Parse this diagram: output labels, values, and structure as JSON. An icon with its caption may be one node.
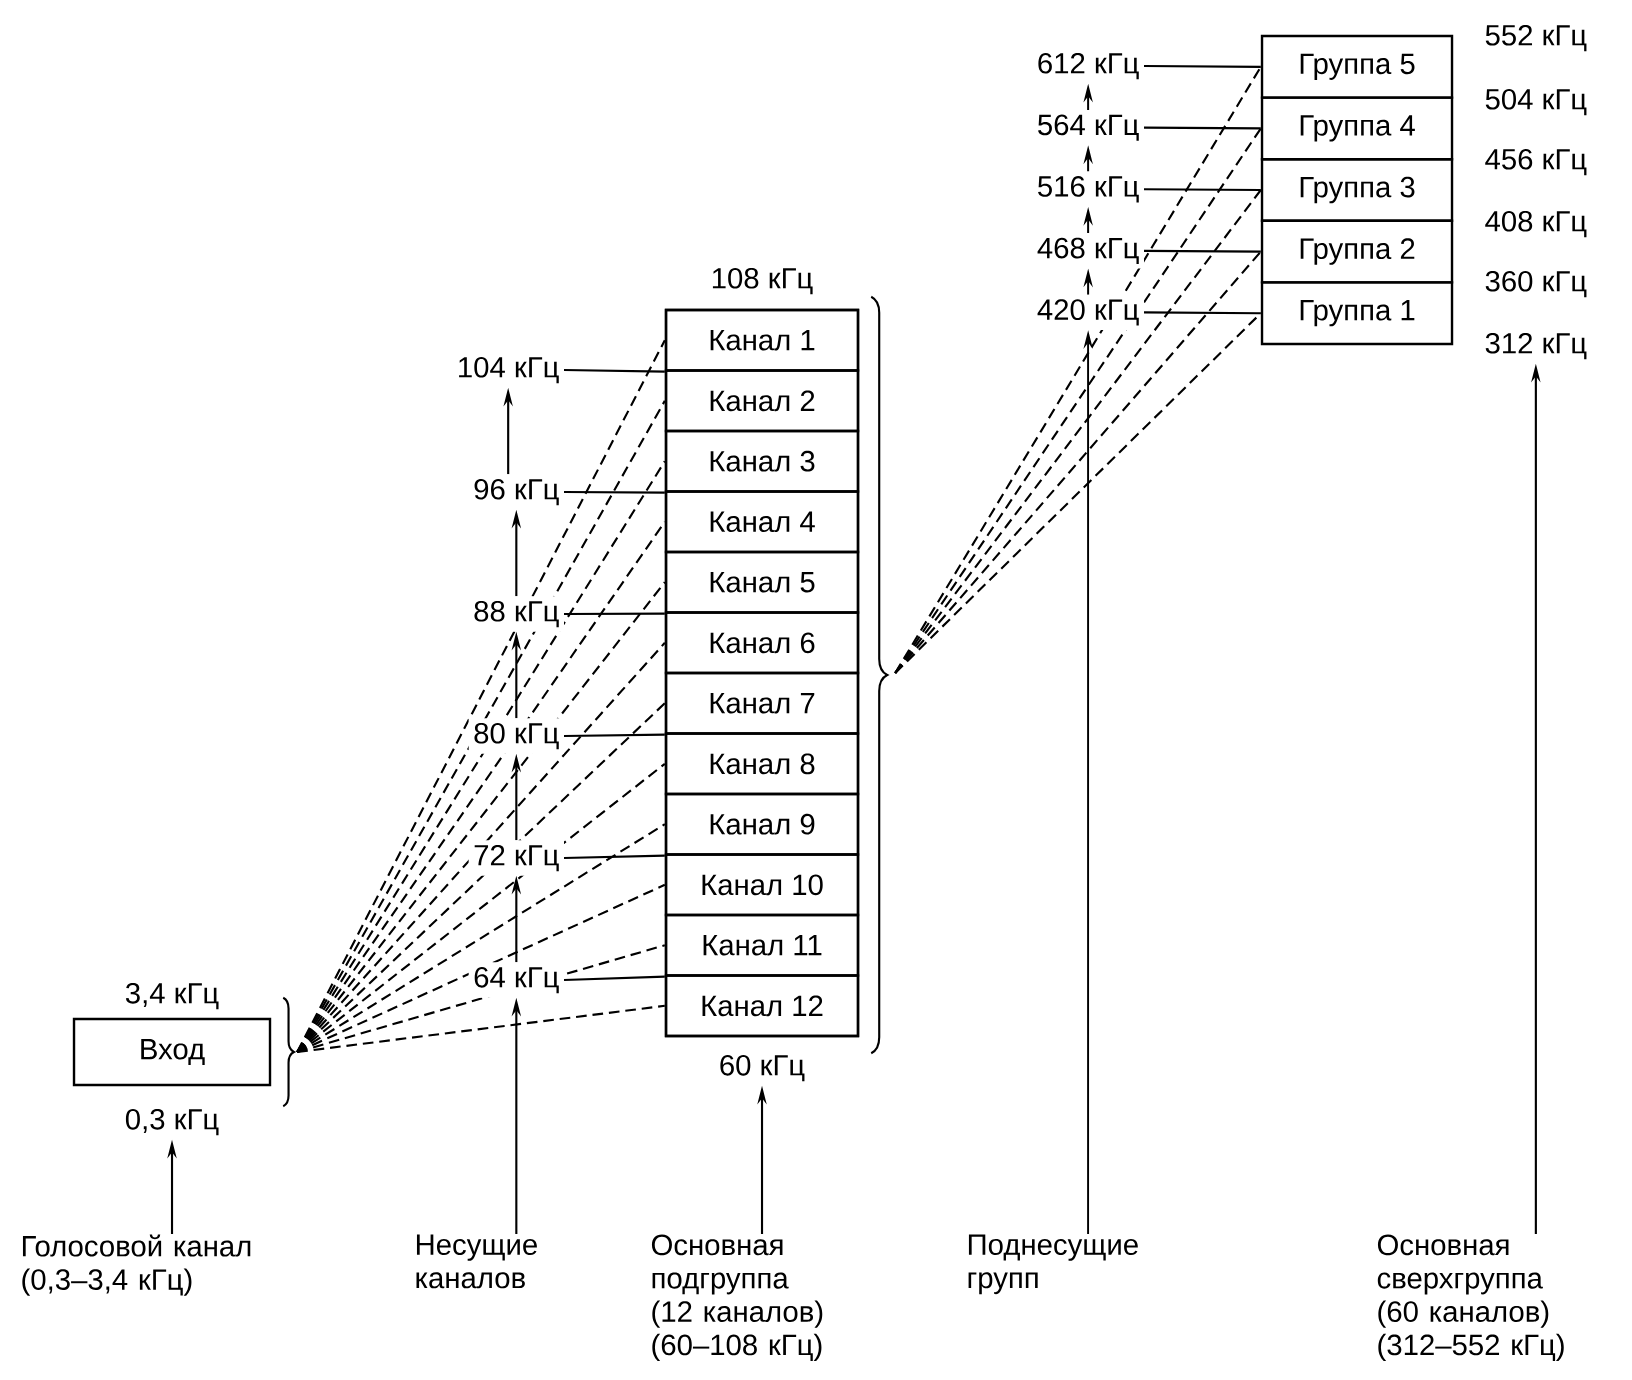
{
  "diagram": {
    "nodes": [
      {
        "text": [
          "Вход"
        ],
        "beside": [
          "3,4 кГц"
        ]
      },
      {
        "text": [],
        "shape": "box",
        "beside": [
          "108 кГц"
        ]
      },
      {
        "text": [
          "Канал 1"
        ],
        "in": 1
      },
      {
        "text": [
          "Канал 2"
        ],
        "in": 1
      },
      {
        "text": [
          "Канал 3"
        ],
        "in": 1
      },
      {
        "text": [
          "Канал 4"
        ],
        "in": 1
      },
      {
        "text": [
          "Канал 5"
        ],
        "in": 1
      },
      {
        "text": [
          "Канал 6"
        ],
        "in": 1
      },
      {
        "text": [
          "Канал 7"
        ],
        "in": 1
      },
      {
        "text": [
          "Канал 8"
        ],
        "in": 1
      },
      {
        "text": [
          "Канал 9"
        ],
        "in": 1
      },
      {
        "text": [
          "Канал 10"
        ],
        "in": 1
      },
      {
        "text": [
          "Канал 11"
        ],
        "in": 1
      },
      {
        "text": [
          "Канал 12"
        ],
        "in": 1
      },
      {
        "text": [
          "Группа 5"
        ]
      },
      {
        "text": [
          "Группа 4"
        ]
      },
      {
        "text": [
          "Группа 3"
        ]
      },
      {
        "text": [
          "Группа 2"
        ]
      },
      {
        "text": [
          "Группа 1"
        ]
      },
      {
        "text": [
          "104 кГц"
        ]
      },
      {
        "text": [
          "96 кГц"
        ]
      },
      {
        "text": [
          "88 кГц"
        ]
      },
      {
        "text": [
          "80 кГц"
        ]
      },
      {
        "text": [
          "72 кГц"
        ]
      },
      {
        "text": [
          "64 кГц"
        ]
      },
      {
        "text": [
          "612 кГц"
        ]
      },
      {
        "text": [
          "564 кГц"
        ]
      },
      {
        "text": [
          "516 кГц"
        ]
      },
      {
        "text": [
          "468 кГц"
        ]
      },
      {
        "text": [
          "420 кГц"
        ]
      },
      {
        "text": [
          "0,3 кГц"
        ]
      },
      {
        "text": [
          "60 кГц"
        ]
      },
      {
        "text": [
          "312 кГц"
        ]
      },
      {
        "text": [
          "Голосовой канал (0,3–3,4 кГц)"
        ]
      },
      {
        "text": [
          "Несущие каналов"
        ]
      },
      {
        "text": [
          "Основная подгруппа (12 каналов) (60–108 кГц)"
        ]
      },
      {
        "text": [
          "Поднесущие групп"
        ]
      },
      {
        "text": [
          "Основная сверхгруппа (60 каналов) (312–552 кГц)"
        ]
      }
    ],
    "edges": [
      {
        "from": 0,
        "to": 2,
        "arrow": "none",
        "style": "dashed"
      },
      {
        "from": 0,
        "to": 3,
        "arrow": "none",
        "style": "dashed"
      },
      {
        "from": 0,
        "to": 4,
        "arrow": "none",
        "style": "dashed"
      },
      {
        "from": 0,
        "to": 5,
        "arrow": "none",
        "style": "dashed"
      },
      {
        "from": 0,
        "to": 6,
        "arrow": "none",
        "style": "dashed"
      },
      {
        "from": 0,
        "to": 7,
        "arrow": "none",
        "style": "dashed"
      },
      {
        "from": 0,
        "to": 8,
        "arrow": "none",
        "style": "dashed"
      },
      {
        "from": 0,
        "to": 9,
        "arrow": "none",
        "style": "dashed"
      },
      {
        "from": 0,
        "to": 10,
        "arrow": "none",
        "style": "dashed"
      },
      {
        "from": 0,
        "to": 11,
        "arrow": "none",
        "style": "dashed"
      },
      {
        "from": 0,
        "to": 12,
        "arrow": "none",
        "style": "dashed"
      },
      {
        "from": 0,
        "to": 13,
        "arrow": "none",
        "style": "dashed"
      },
      {
        "from": 1,
        "to": 14,
        "arrow": "none",
        "style": "dashed"
      },
      {
        "from": 1,
        "to": 15,
        "arrow": "none",
        "style": "dashed"
      },
      {
        "from": 1,
        "to": 16,
        "arrow": "none",
        "style": "dashed"
      },
      {
        "from": 1,
        "to": 17,
        "arrow": "none",
        "style": "dashed"
      },
      {
        "from": 1,
        "to": 18,
        "arrow": "none",
        "style": "dashed"
      },
      {
        "from": 19,
        "to": 2,
        "arrow": "none"
      },
      {
        "from": 20,
        "to": 4,
        "arrow": "none"
      },
      {
        "from": 21,
        "to": 6,
        "arrow": "none"
      },
      {
        "from": 22,
        "to": 8,
        "arrow": "none"
      },
      {
        "from": 23,
        "to": 10,
        "arrow": "none"
      },
      {
        "from": 24,
        "to": 12,
        "arrow": "none"
      },
      {
        "from": 25,
        "to": 14,
        "arrow": "none"
      },
      {
        "from": 26,
        "to": 15,
        "arrow": "none"
      },
      {
        "from": 27,
        "to": 16,
        "arrow": "none"
      },
      {
        "from": 28,
        "to": 17,
        "arrow": "none"
      },
      {
        "from": 29,
        "to": 18,
        "arrow": "none"
      },
      {
        "from": 33,
        "to": 30,
        "arrow": "to"
      },
      {
        "from": 34,
        "to": 24,
        "arrow": "to"
      },
      {
        "from": 24,
        "to": 23,
        "arrow": "to"
      },
      {
        "from": 23,
        "to": 22,
        "arrow": "to"
      },
      {
        "from": 22,
        "to": 21,
        "arrow": "to"
      },
      {
        "from": 21,
        "to": 20,
        "arrow": "to"
      },
      {
        "from": 20,
        "to": 19,
        "arrow": "to"
      },
      {
        "from": 35,
        "to": 31,
        "arrow": "to"
      },
      {
        "from": 36,
        "to": 29,
        "arrow": "to"
      },
      {
        "from": 29,
        "to": 28,
        "arrow": "to"
      },
      {
        "from": 28,
        "to": 27,
        "arrow": "to"
      },
      {
        "from": 27,
        "to": 26,
        "arrow": "to"
      },
      {
        "from": 26,
        "to": 25,
        "arrow": "to"
      },
      {
        "from": 37,
        "to": 32,
        "arrow": "to"
      }
    ],
    "labels": [
      "552 кГц",
      "504 кГц",
      "456 кГц",
      "408 кГц",
      "360 кГц"
    ]
  }
}
